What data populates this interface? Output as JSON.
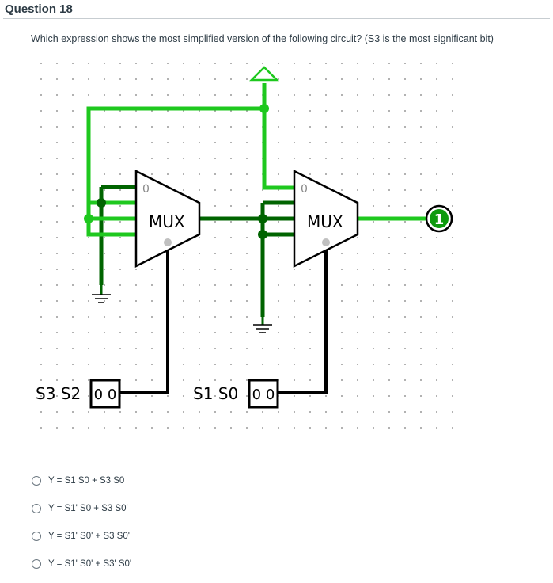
{
  "question": {
    "title": "Question 18",
    "text": "Which expression shows the most simplified version of the following circuit? (S3 is the most significant bit)"
  },
  "circuit": {
    "mux_left_label": "MUX",
    "mux_right_label": "MUX",
    "mux_left_input0": "0",
    "mux_right_input0": "0",
    "output_value": "1",
    "input_left_label": "S3 S2",
    "input_left_value": "0 0",
    "input_right_label": "S1 S0",
    "input_right_value": "0 0",
    "colors": {
      "active_wire": "#1ec81e",
      "dark_wire": "#006400",
      "black_wire": "#000000",
      "output_fill": "#0d9a0d"
    }
  },
  "answers": [
    {
      "label": "Y = S1 S0 + S3 S0"
    },
    {
      "label": "Y = S1' S0 + S3 S0'"
    },
    {
      "label": "Y = S1' S0' + S3 S0'"
    },
    {
      "label": "Y = S1' S0' + S3' S0'"
    }
  ]
}
